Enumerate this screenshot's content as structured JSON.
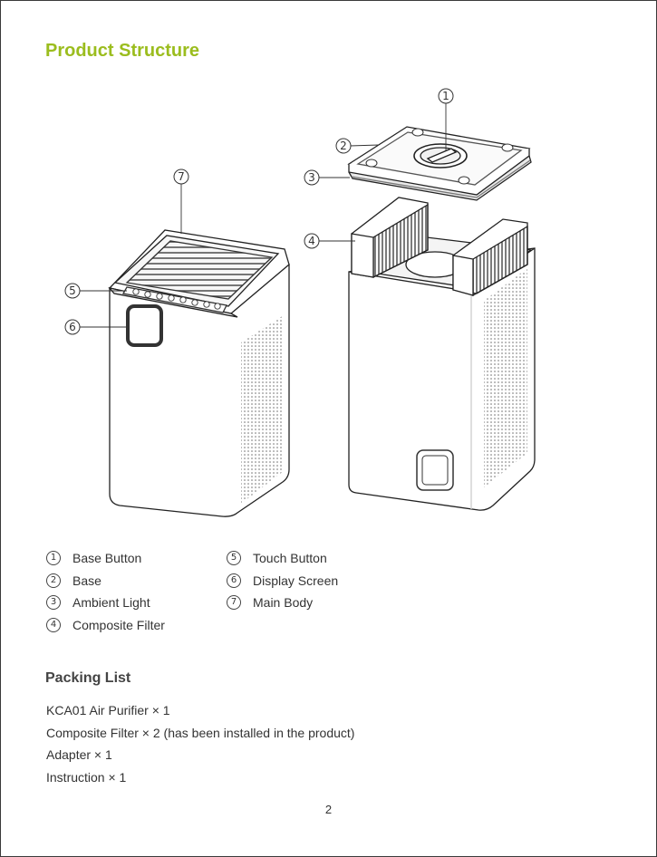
{
  "title": "Product Structure",
  "callouts": [
    "①",
    "②",
    "③",
    "④",
    "⑤",
    "⑥",
    "⑦"
  ],
  "legend": {
    "col1": [
      {
        "num": "1",
        "label": "Base Button"
      },
      {
        "num": "2",
        "label": "Base"
      },
      {
        "num": "3",
        "label": "Ambient Light"
      },
      {
        "num": "4",
        "label": "Composite Filter"
      }
    ],
    "col2": [
      {
        "num": "5",
        "label": "Touch Button"
      },
      {
        "num": "6",
        "label": "Display Screen"
      },
      {
        "num": "7",
        "label": "Main Body"
      }
    ]
  },
  "packing": {
    "title": "Packing List",
    "items": [
      "KCA01 Air Purifier × 1",
      "Composite Filter × 2 (has been installed in the product)",
      "Adapter × 1",
      "Instruction × 1"
    ]
  },
  "page_number": "2"
}
